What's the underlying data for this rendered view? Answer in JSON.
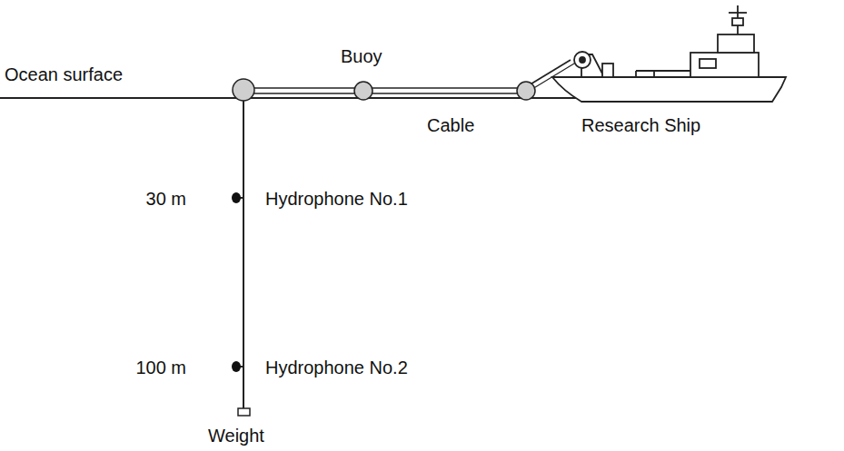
{
  "diagram": {
    "labels": [
      "Ocean surface",
      "Buoy",
      "Cable",
      "Research Ship",
      "30 m",
      "Hydrophone No.1",
      "100 m",
      "Hydrophone No.2",
      "Weight"
    ]
  }
}
